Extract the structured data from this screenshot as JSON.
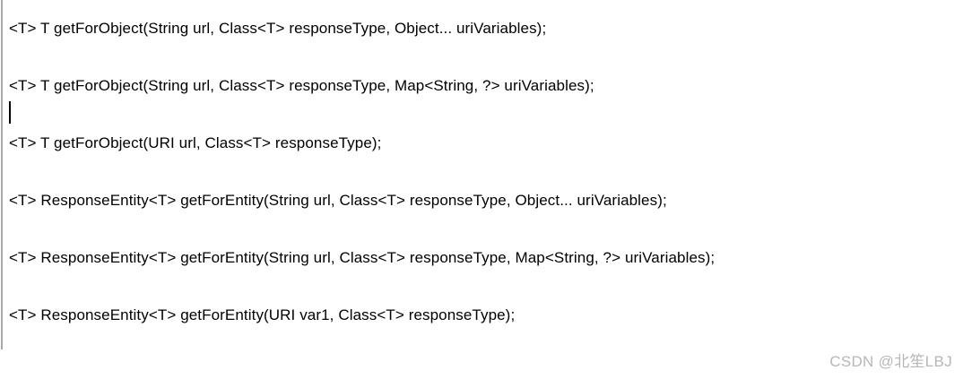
{
  "editor": {
    "lines": [
      "<T> T getForObject(String url, Class<T> responseType, Object... uriVariables);",
      "<T> T getForObject(String url, Class<T> responseType, Map<String, ?> uriVariables);",
      "<T> T getForObject(URI url, Class<T> responseType);",
      "<T> ResponseEntity<T> getForEntity(String url, Class<T> responseType, Object... uriVariables);",
      "<T> ResponseEntity<T> getForEntity(String url, Class<T> responseType, Map<String, ?> uriVariables);",
      "<T> ResponseEntity<T> getForEntity(URI var1, Class<T> responseType);"
    ],
    "caret_after_line": 2,
    "text_color": "#000000"
  },
  "decorations": {
    "left_border_color": "#a9a9a9",
    "background_color": "#ffffff"
  },
  "watermark": {
    "text": "CSDN @北笙LBJ",
    "color": "#b7b7b7"
  }
}
